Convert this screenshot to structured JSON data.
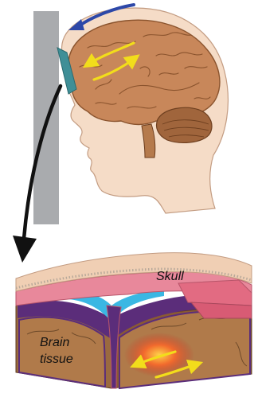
{
  "labels": {
    "skull": "Skull",
    "brain_tissue_line1": "Brain",
    "brain_tissue_line2": "tissue"
  },
  "colors": {
    "wall": "#a9abae",
    "skin": "#f5dcc7",
    "skin_outline": "#c39c82",
    "brain": "#c8875a",
    "brain_dark": "#8a532d",
    "cerebellum": "#a0653c",
    "injury_patch": "#3f8f97",
    "motion_arrow": "#f2dd1b",
    "impact_arrow": "#2d48a8",
    "pointer_arrow": "#111111",
    "skull_bone": "#f0cfb4",
    "skull_porous": "#d9d0c2",
    "dura": "#e8889b",
    "csf": "#3ab7e3",
    "inner_membrane": "#5b2d7a",
    "tissue": "#b07a4a",
    "bleed": "#f0562d"
  },
  "icons": [
    "impact-arrow-icon",
    "motion-arrows-icon",
    "pointer-arrow-icon"
  ]
}
